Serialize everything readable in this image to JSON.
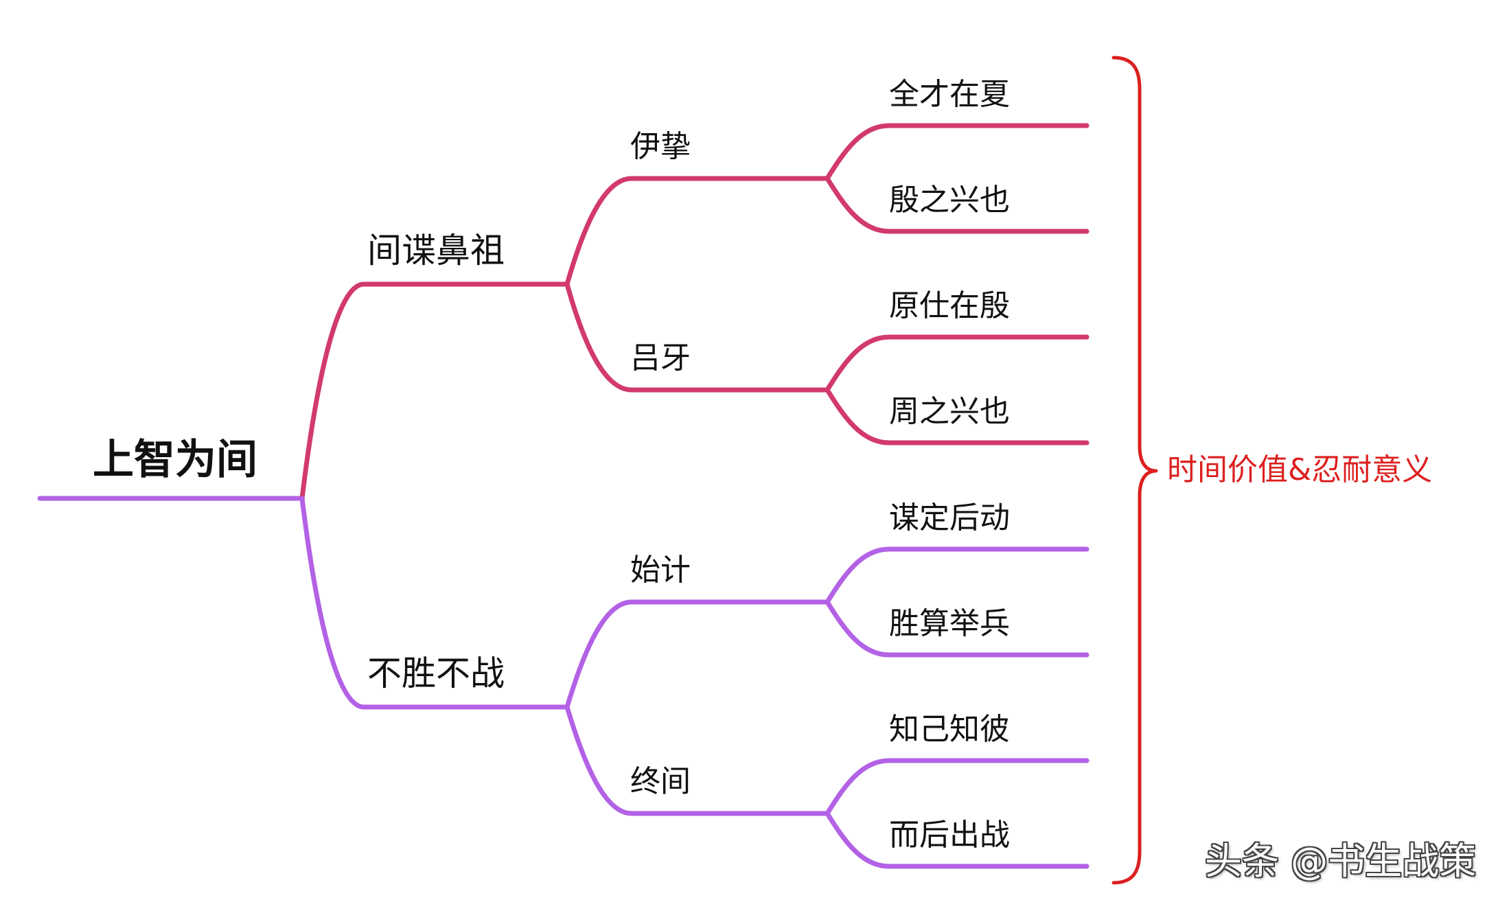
{
  "colors": {
    "upper_branch": "#d23a6c",
    "lower_branch": "#b362e6",
    "bracket": "#dc1f1f",
    "text": "#111111"
  },
  "root": {
    "label": "上智为间"
  },
  "branches": [
    {
      "label": "间谍鼻祖",
      "children": [
        {
          "label": "伊挚",
          "leaves": [
            "全才在夏",
            "殷之兴也"
          ]
        },
        {
          "label": "吕牙",
          "leaves": [
            "原仕在殷",
            "周之兴也"
          ]
        }
      ]
    },
    {
      "label": "不胜不战",
      "children": [
        {
          "label": "始计",
          "leaves": [
            "谋定后动",
            "胜算举兵"
          ]
        },
        {
          "label": "终间",
          "leaves": [
            "知己知彼",
            "而后出战"
          ]
        }
      ]
    }
  ],
  "summary": {
    "label": "时间价值&忍耐意义"
  },
  "watermark": {
    "text": "头条 @书生战策"
  }
}
